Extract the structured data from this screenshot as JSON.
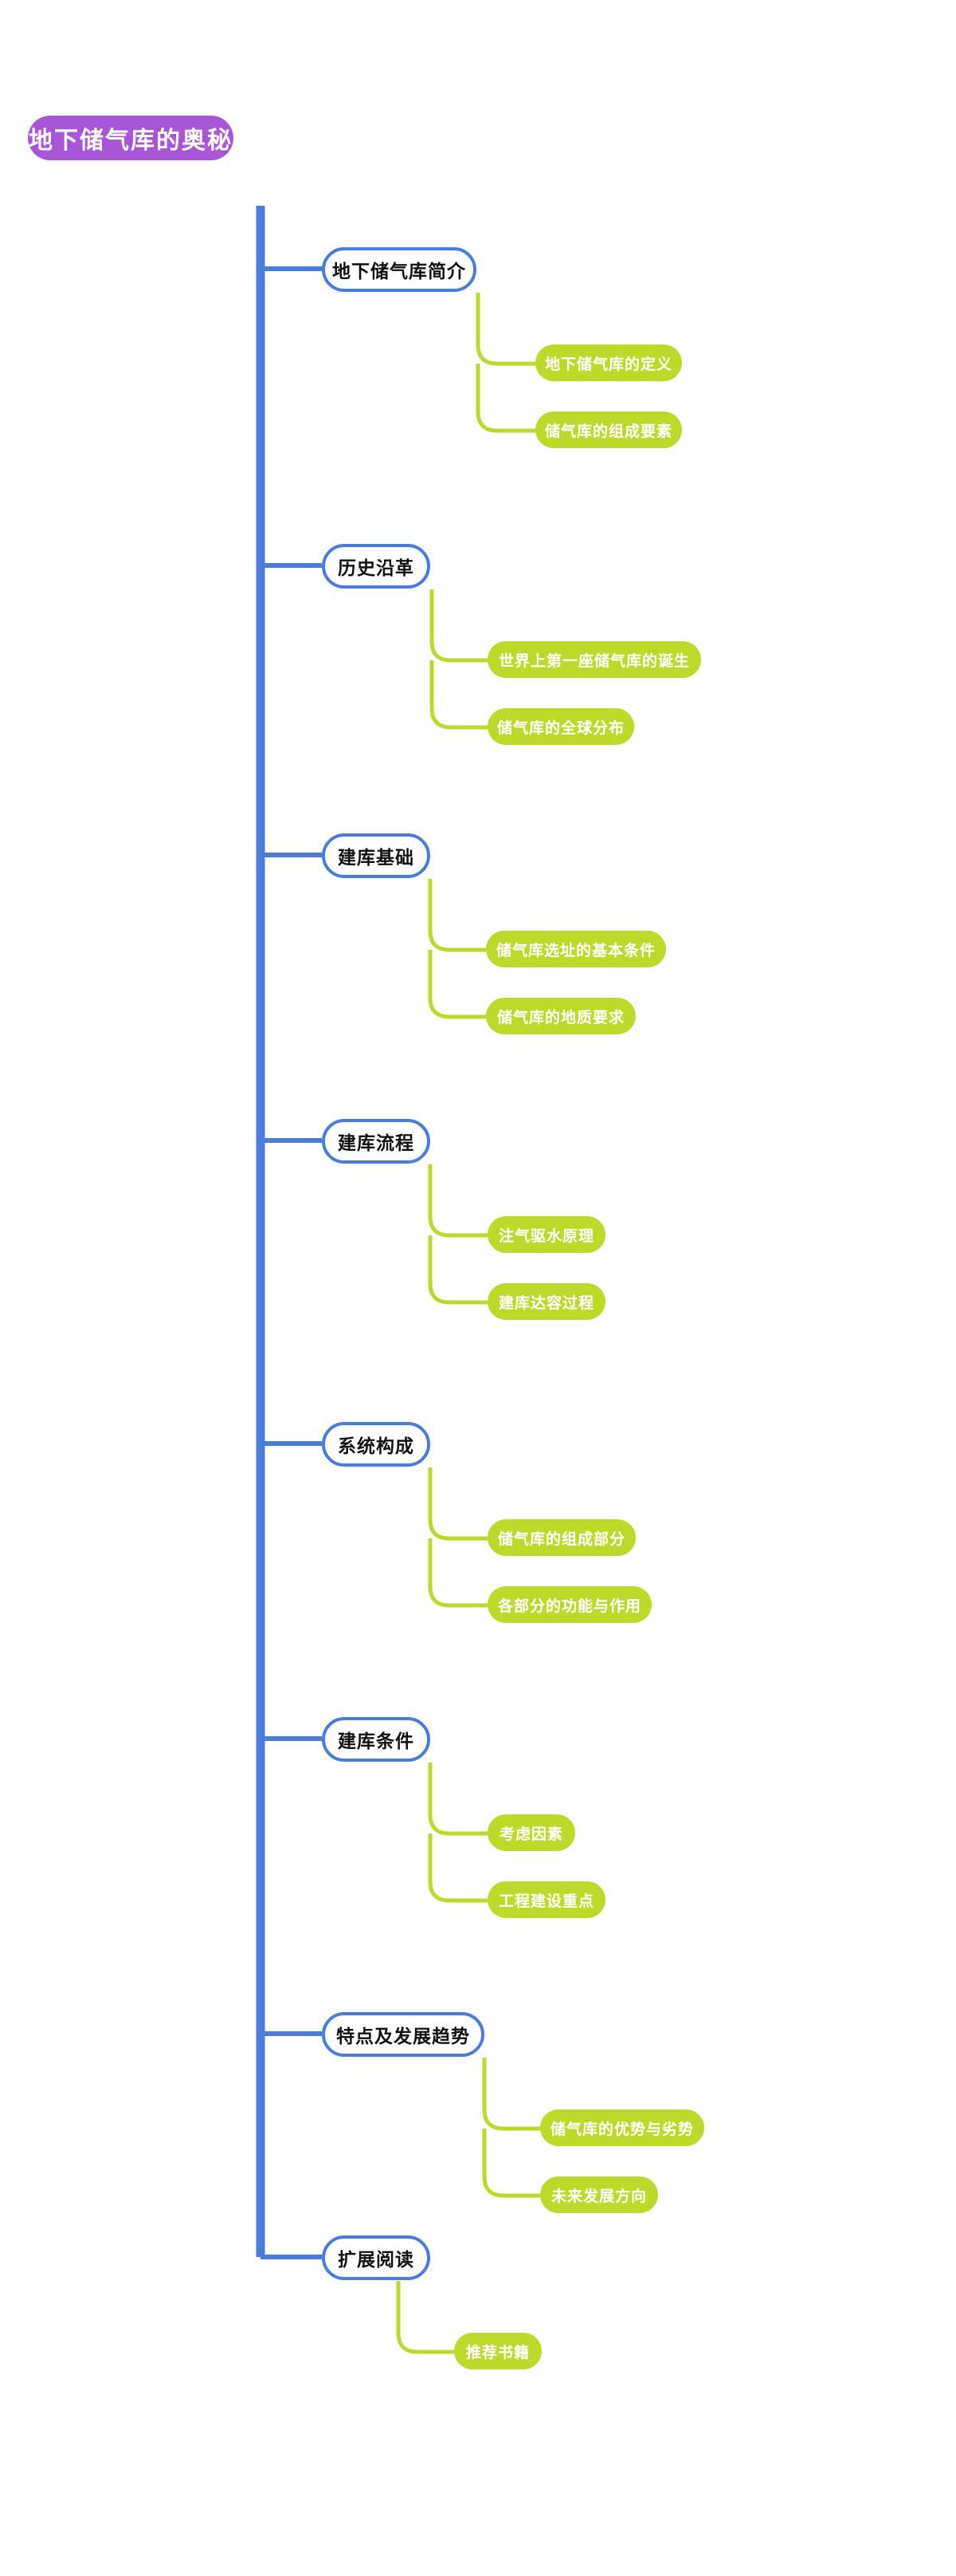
{
  "diagram": {
    "type": "mind-map",
    "title": "地下储气库的奥秘",
    "colors": {
      "root_fill": "#a855d8",
      "root_text": "#ffffff",
      "branch_fill": "#ffffff",
      "branch_border": "#4a7ddb",
      "branch_text": "#111111",
      "leaf_fill": "#bdda2b",
      "leaf_text": "#ffffff",
      "trunk_line": "#4a7ddb",
      "leaf_line": "#bdda2b",
      "background": "#ffffff"
    }
  },
  "root": {
    "label": "地下储气库的奥秘"
  },
  "branches": [
    {
      "label": "地下储气库简介",
      "children": [
        {
          "label": "地下储气库的定义"
        },
        {
          "label": "储气库的组成要素"
        }
      ]
    },
    {
      "label": "历史沿革",
      "children": [
        {
          "label": "世界上第一座储气库的诞生"
        },
        {
          "label": "储气库的全球分布"
        }
      ]
    },
    {
      "label": "建库基础",
      "children": [
        {
          "label": "储气库选址的基本条件"
        },
        {
          "label": "储气库的地质要求"
        }
      ]
    },
    {
      "label": "建库流程",
      "children": [
        {
          "label": "注气驱水原理"
        },
        {
          "label": "建库达容过程"
        }
      ]
    },
    {
      "label": "系统构成",
      "children": [
        {
          "label": "储气库的组成部分"
        },
        {
          "label": "各部分的功能与作用"
        }
      ]
    },
    {
      "label": "建库条件",
      "children": [
        {
          "label": "考虑因素"
        },
        {
          "label": "工程建设重点"
        }
      ]
    },
    {
      "label": "特点及发展趋势",
      "children": [
        {
          "label": "储气库的优势与劣势"
        },
        {
          "label": "未来发展方向"
        }
      ]
    },
    {
      "label": "扩展阅读",
      "children": [
        {
          "label": "推荐书籍"
        }
      ]
    }
  ]
}
